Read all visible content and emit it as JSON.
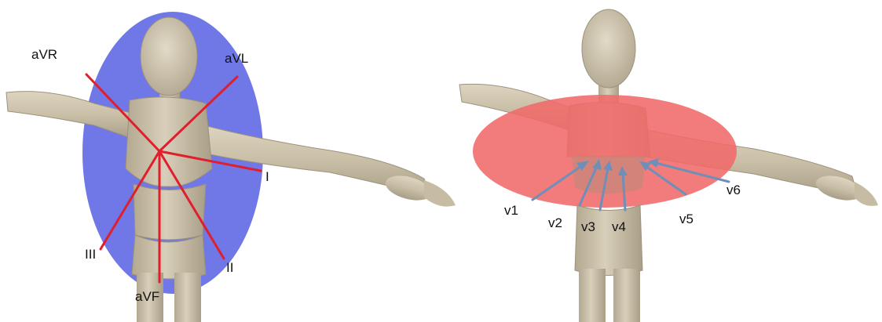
{
  "colors": {
    "frontal_plane": "#6f78e6",
    "horizontal_plane": "#f06a6a",
    "limb_lead_lines": "#e01e2c",
    "chest_lead_arrows": "#6f8fb8",
    "mannequin": "#cfc4ad"
  },
  "limb_leads": {
    "aVR": "aVR",
    "aVL": "aVL",
    "I": "I",
    "II": "II",
    "III": "III",
    "aVF": "aVF"
  },
  "chest_leads": {
    "v1": "v1",
    "v2": "v2",
    "v3": "v3",
    "v4": "v4",
    "v5": "v5",
    "v6": "v6"
  }
}
